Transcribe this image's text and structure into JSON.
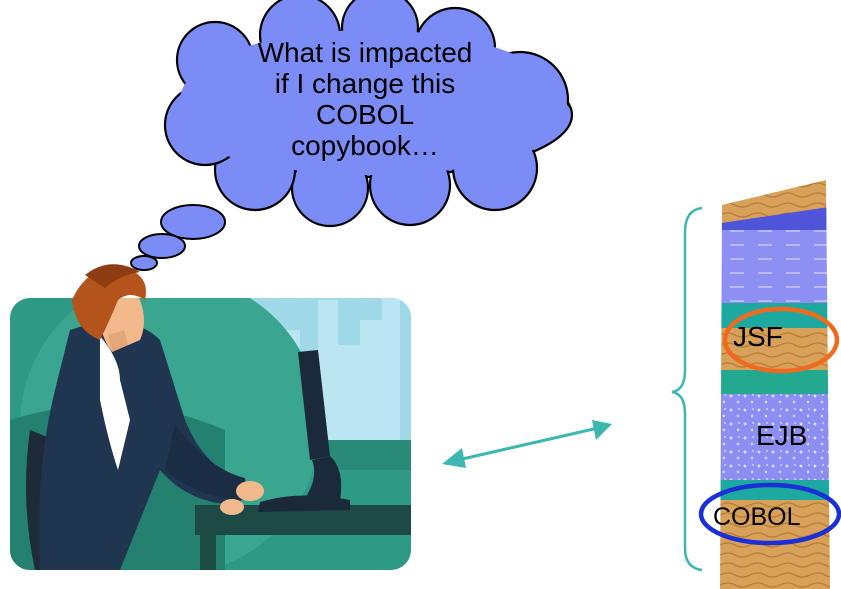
{
  "thought_bubble": {
    "lines": [
      "What is impacted",
      "if I change this",
      "COBOL",
      "copybook…"
    ]
  },
  "stack": {
    "layers": [
      {
        "label": "JSF",
        "highlight_color": "#ef6a1e"
      },
      {
        "label": "EJB",
        "highlight_color": null
      },
      {
        "label": "COBOL",
        "highlight_color": "#1a2fd6"
      }
    ]
  },
  "colors": {
    "bubble_fill": "#7b8cf7",
    "bubble_stroke": "#000000",
    "arrow": "#3cb8b0",
    "brace": "#3cb8b0",
    "scene_teal": "#2e9a86",
    "window_sky": "#9fd8e6",
    "jacket": "#1f3550",
    "hair": "#b5531c",
    "skin": "#f2b98d"
  },
  "icons": {
    "person_illustration": "man-at-computer-illustration",
    "arrow": "double-headed-arrow-icon",
    "brace": "curly-brace-icon"
  }
}
